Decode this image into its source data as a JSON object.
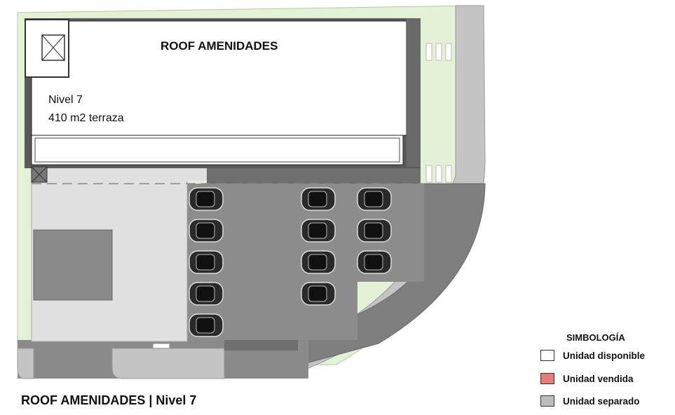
{
  "plan": {
    "amenities_label": "ROOF AMENIDADES",
    "level_label": "Nivel 7",
    "terrace_label": "410 m2 terraza"
  },
  "footer": {
    "title": "ROOF AMENIDADES |  Nivel 7"
  },
  "legend": {
    "title": "SIMBOLOGÍA",
    "items": [
      {
        "label": "Unidad disponible",
        "color": "#ffffff"
      },
      {
        "label": "Unidad vendida",
        "color": "#e87a7a"
      },
      {
        "label": "Unidad separado",
        "color": "#bdbdbd"
      }
    ]
  },
  "colors": {
    "green_area": "#e3f2d6",
    "road": "#8a8a8a",
    "parking": "#8c8c8c",
    "light_court": "#e0e0e0",
    "car": "#2a2a2a"
  }
}
